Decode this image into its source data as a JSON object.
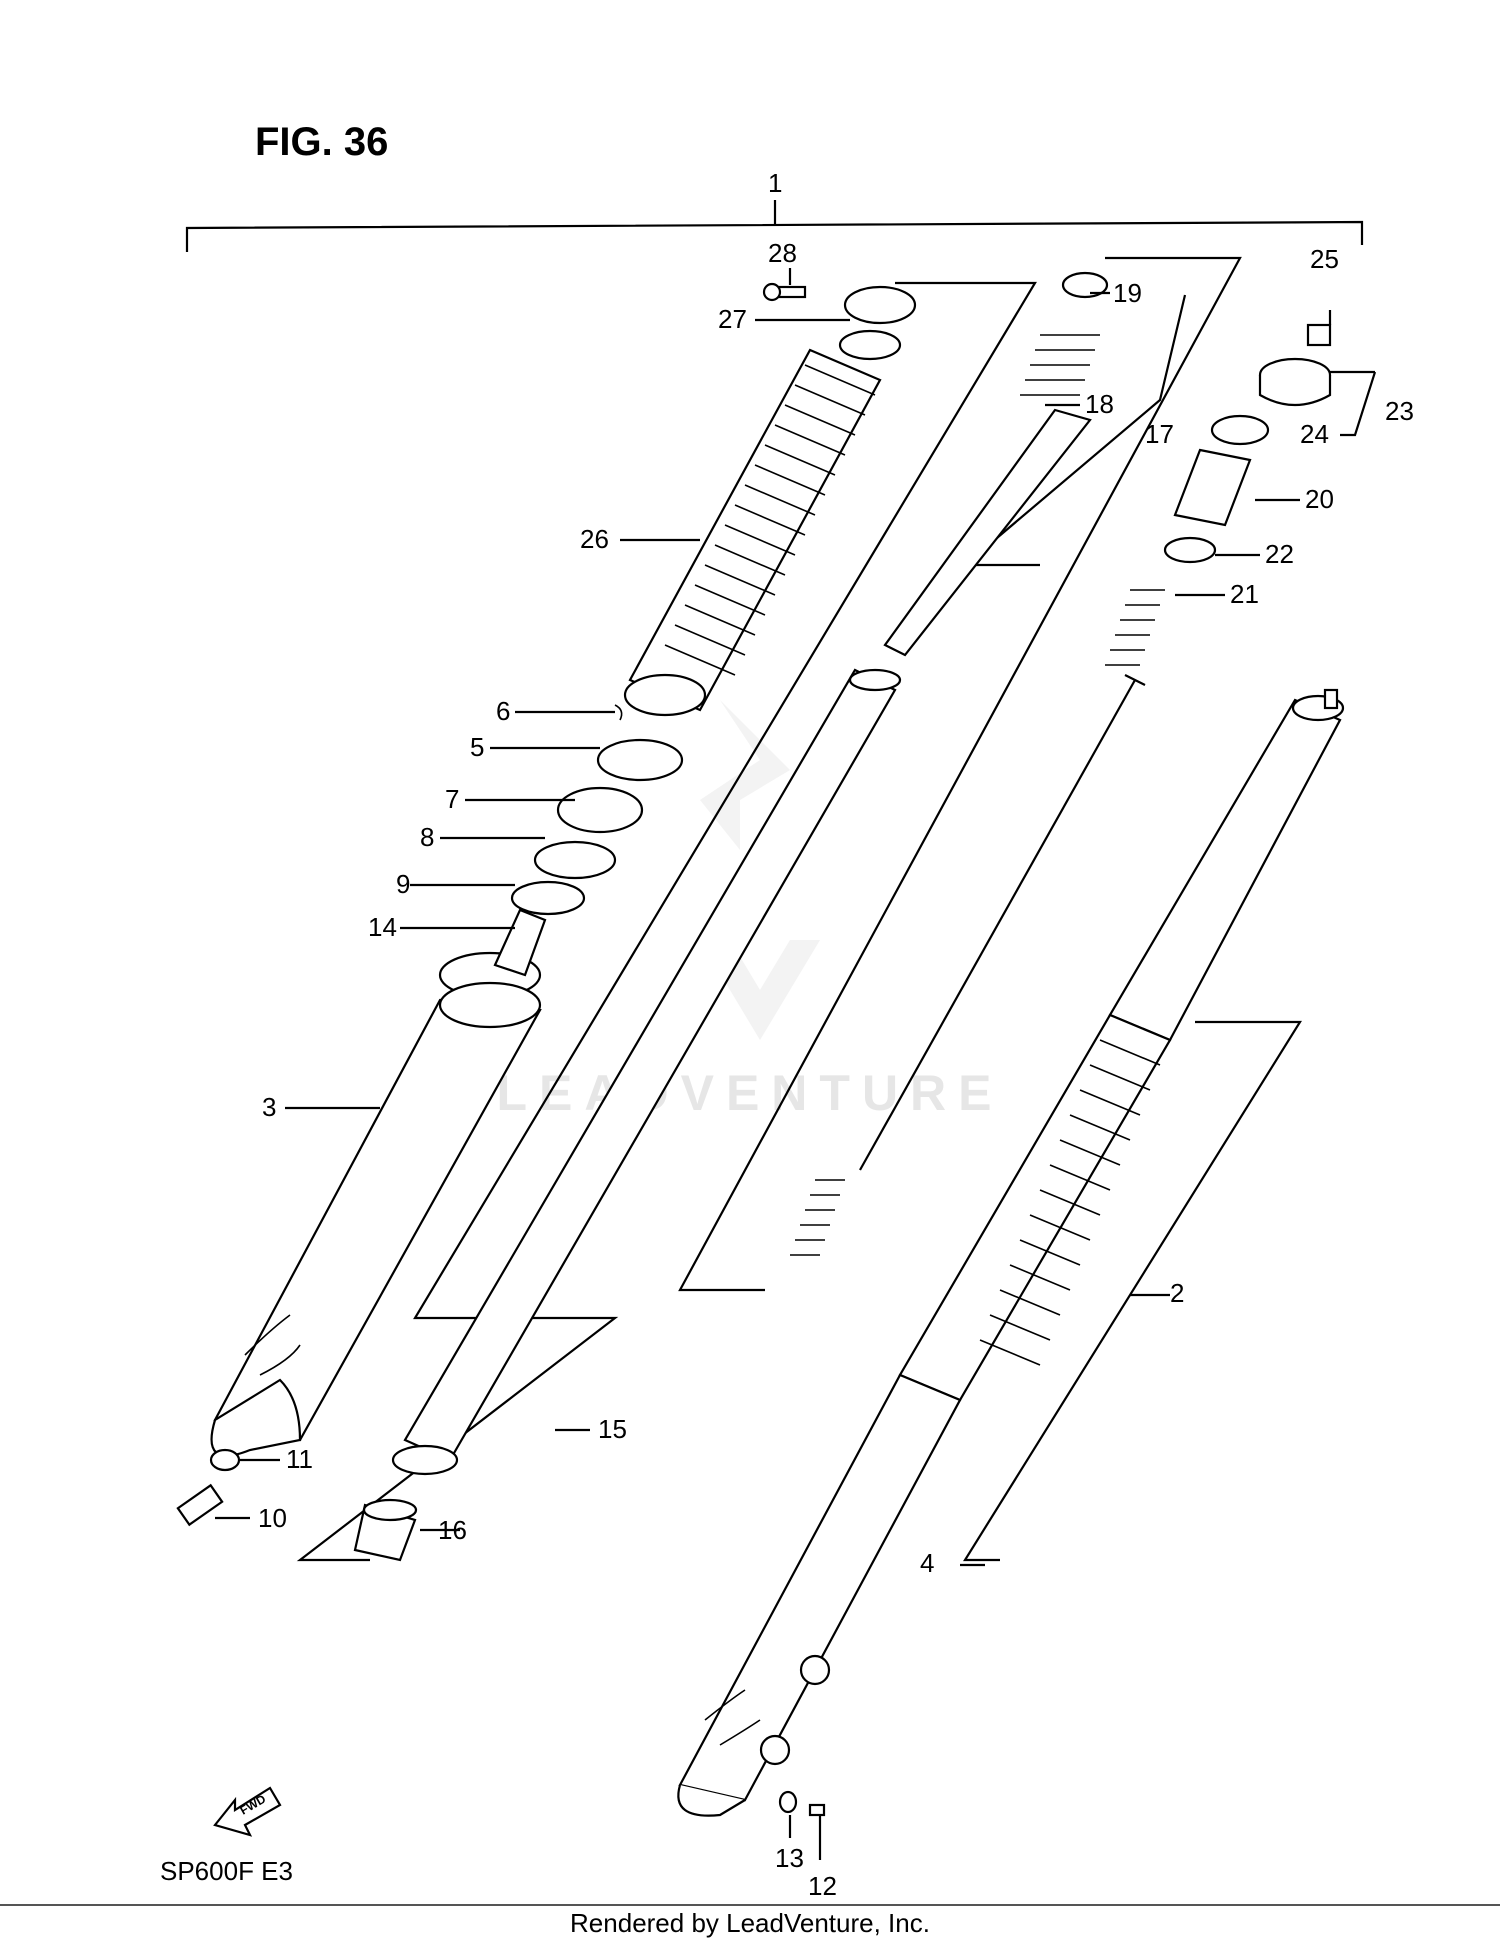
{
  "figure": {
    "title": "FIG. 36",
    "model": "SP600F  E3",
    "footer": "Rendered by LeadVenture, Inc.",
    "watermark": "LEADVENTURE"
  },
  "callouts": {
    "c1": "1",
    "c2": "2",
    "c3": "3",
    "c4": "4",
    "c5": "5",
    "c6": "6",
    "c7": "7",
    "c8": "8",
    "c9": "9",
    "c10": "10",
    "c11": "11",
    "c12": "12",
    "c13": "13",
    "c14": "14",
    "c15": "15",
    "c16": "16",
    "c17": "17",
    "c18": "18",
    "c19": "19",
    "c20": "20",
    "c21": "21",
    "c22": "22",
    "c23": "23",
    "c24": "24",
    "c25": "25",
    "c26": "26",
    "c27": "27",
    "c28": "28"
  },
  "icons": {
    "fwd_arrow": "fwd-arrow-icon",
    "watermark_logo": "leadventure-logo-icon"
  },
  "colors": {
    "line": "#000000",
    "background": "#ffffff",
    "watermark": "#e6e6e6"
  }
}
